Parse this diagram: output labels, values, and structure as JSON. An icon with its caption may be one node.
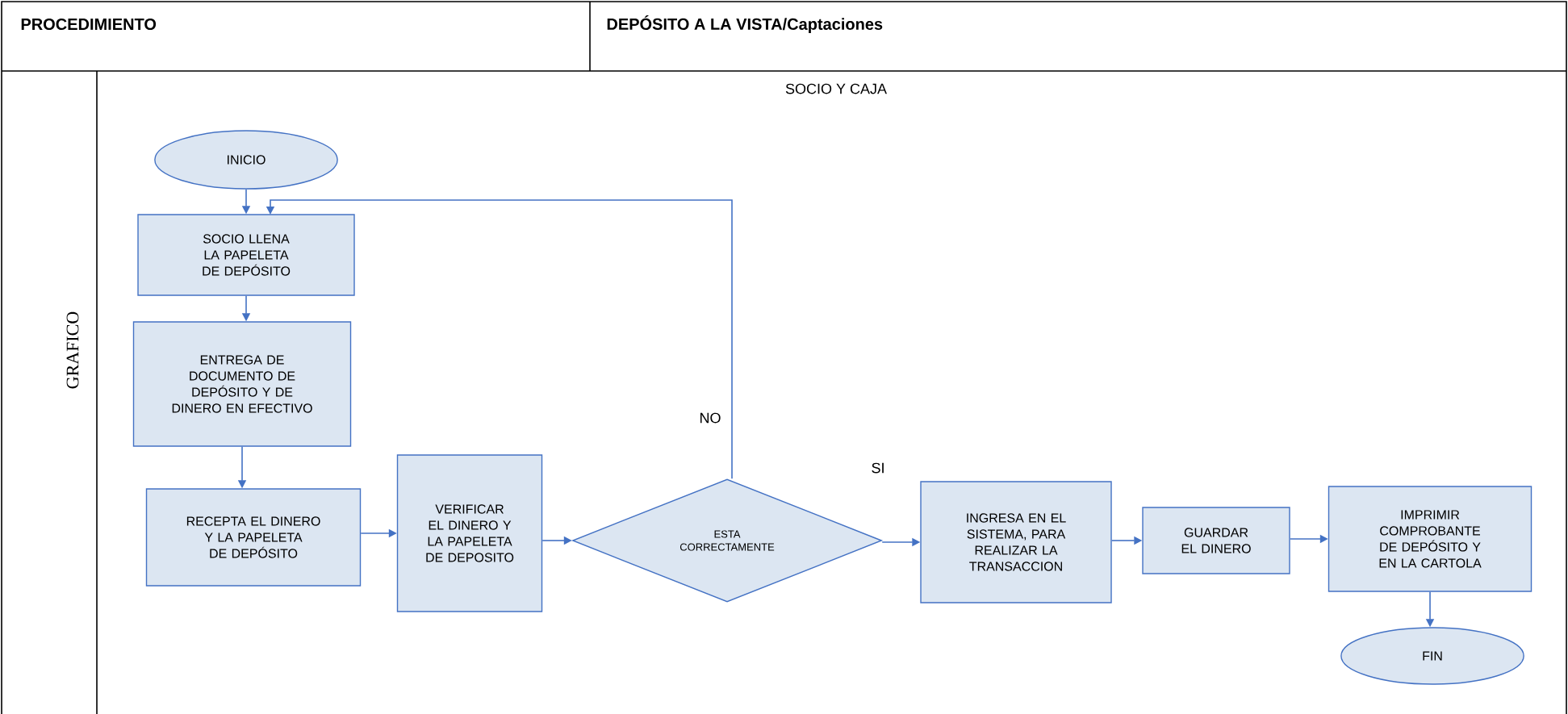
{
  "diagram": {
    "nodes": [
      {
        "text": [
          "INICIO"
        ]
      },
      {
        "text": [
          "SOCIO LLENA LA PAPELETA DE DEPÓSITO"
        ]
      },
      {
        "text": [
          "ENTREGA DE DOCUMENTO DE DEPÓSITO Y DE DINERO EN EFECTIVO"
        ]
      },
      {
        "text": [
          "RECEPTA EL DINERO Y LA PAPELETA DE DEPÓSITO"
        ]
      },
      {
        "text": [
          "VERIFICAR EL DINERO Y LA PAPELETA DE DEPOSITO"
        ]
      },
      {
        "text": [
          "ESTA CORRECTAMENTE"
        ]
      },
      {
        "text": [
          "INGRESA EN EL SISTEMA, PARA REALIZAR LA TRANSACCION"
        ]
      },
      {
        "text": [
          "GUARDAR EL DINERO"
        ]
      },
      {
        "text": [
          "IMPRIMIR COMPROBANTE DE DEPÓSITO Y EN LA CARTOLA"
        ]
      },
      {
        "text": [
          "FIN"
        ]
      }
    ],
    "edges": [
      {
        "from": 0,
        "to": 1,
        "arrow": "to"
      },
      {
        "from": 1,
        "to": 2,
        "arrow": "to"
      },
      {
        "from": 2,
        "to": 3,
        "arrow": "to"
      },
      {
        "from": 3,
        "to": 4,
        "arrow": "to"
      },
      {
        "from": 4,
        "to": 5,
        "arrow": "to"
      },
      {
        "from": 5,
        "to": 1,
        "arrow": "to",
        "label": "NO"
      },
      {
        "from": 5,
        "to": 6,
        "arrow": "to",
        "label": "SI"
      },
      {
        "from": 6,
        "to": 7,
        "arrow": "to"
      },
      {
        "from": 7,
        "to": 8,
        "arrow": "to"
      },
      {
        "from": 8,
        "to": 9,
        "arrow": "to"
      }
    ],
    "labels": [
      "PROCEDIMIENTO",
      "DEPÓSITO A LA VISTA/Captaciones",
      "SOCIO Y CAJA",
      "GRAFICO"
    ]
  }
}
